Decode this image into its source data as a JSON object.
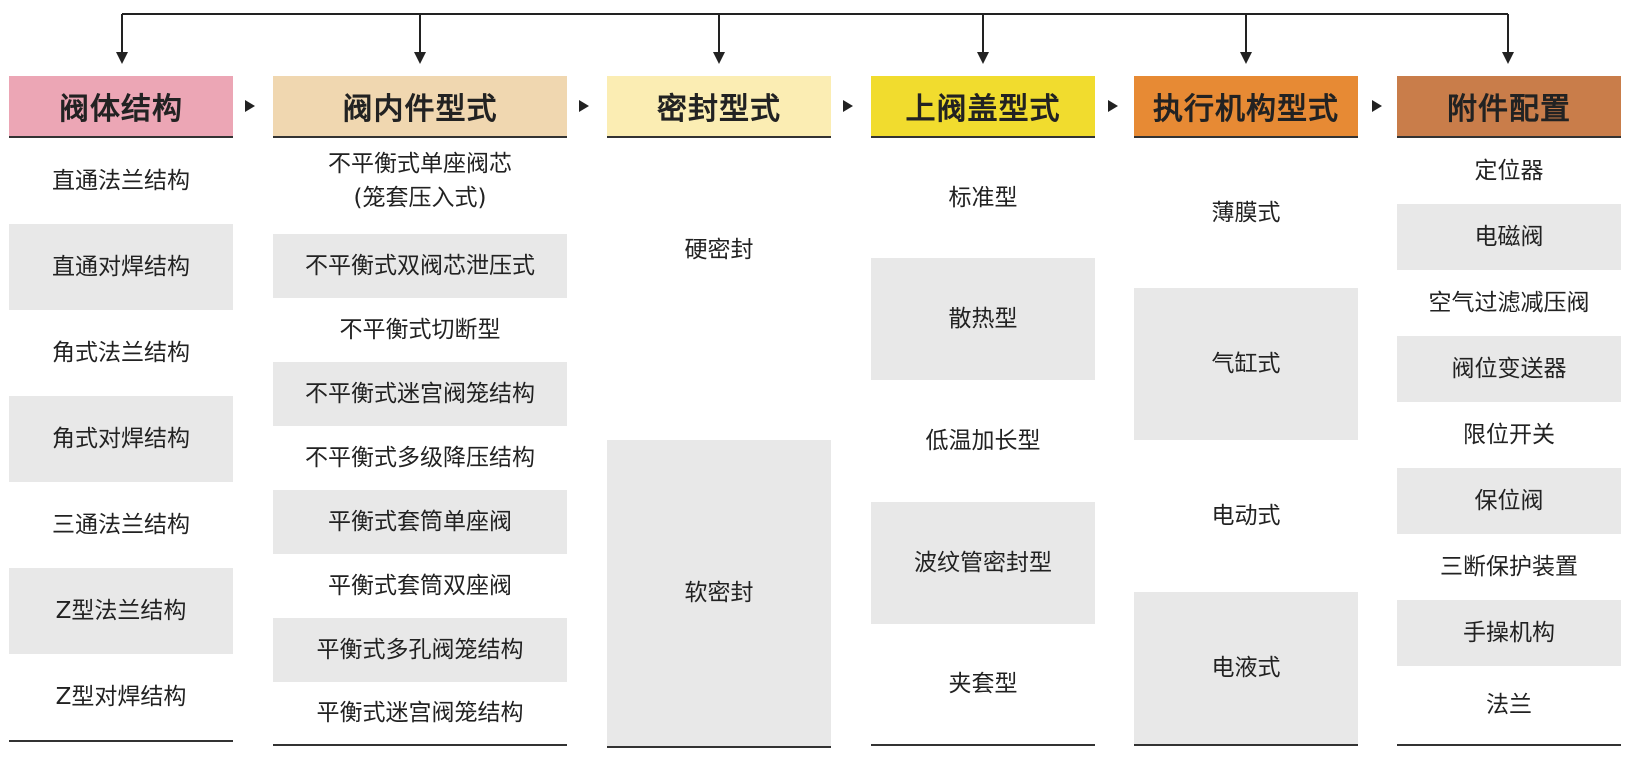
{
  "colors": {
    "col1_header": "#eca6b5",
    "col2_header": "#f0d7b0",
    "col3_header": "#fbedb3",
    "col4_header": "#f1dc2e",
    "col5_header": "#e78a34",
    "col6_header": "#c97d4a",
    "shade": "#e8e8e8",
    "line": "#222222"
  },
  "columns": [
    {
      "title": "阀体结构",
      "items": [
        "直通法兰结构",
        "直通对焊结构",
        "角式法兰结构",
        "角式对焊结构",
        "三通法兰结构",
        "Z型法兰结构",
        "Z型对焊结构"
      ]
    },
    {
      "title": "阀内件型式",
      "items": [
        "不平衡式单座阀芯\n(笼套压入式)",
        "不平衡式双阀芯泄压式",
        "不平衡式切断型",
        "不平衡式迷宫阀笼结构",
        "不平衡式多级降压结构",
        "平衡式套筒单座阀",
        "平衡式套筒双座阀",
        "平衡式多孔阀笼结构",
        "平衡式迷宫阀笼结构"
      ]
    },
    {
      "title": "密封型式",
      "items": [
        "硬密封",
        "软密封"
      ]
    },
    {
      "title": "上阀盖型式",
      "items": [
        "标准型",
        "散热型",
        "低温加长型",
        "波纹管密封型",
        "夹套型"
      ]
    },
    {
      "title": "执行机构型式",
      "items": [
        "薄膜式",
        "气缸式",
        "电动式",
        "电液式"
      ]
    },
    {
      "title": "附件配置",
      "items": [
        "定位器",
        "电磁阀",
        "空气过滤减压阀",
        "阀位变送器",
        "限位开关",
        "保位阀",
        "三断保护装置",
        "手操机构",
        "法兰"
      ]
    }
  ]
}
